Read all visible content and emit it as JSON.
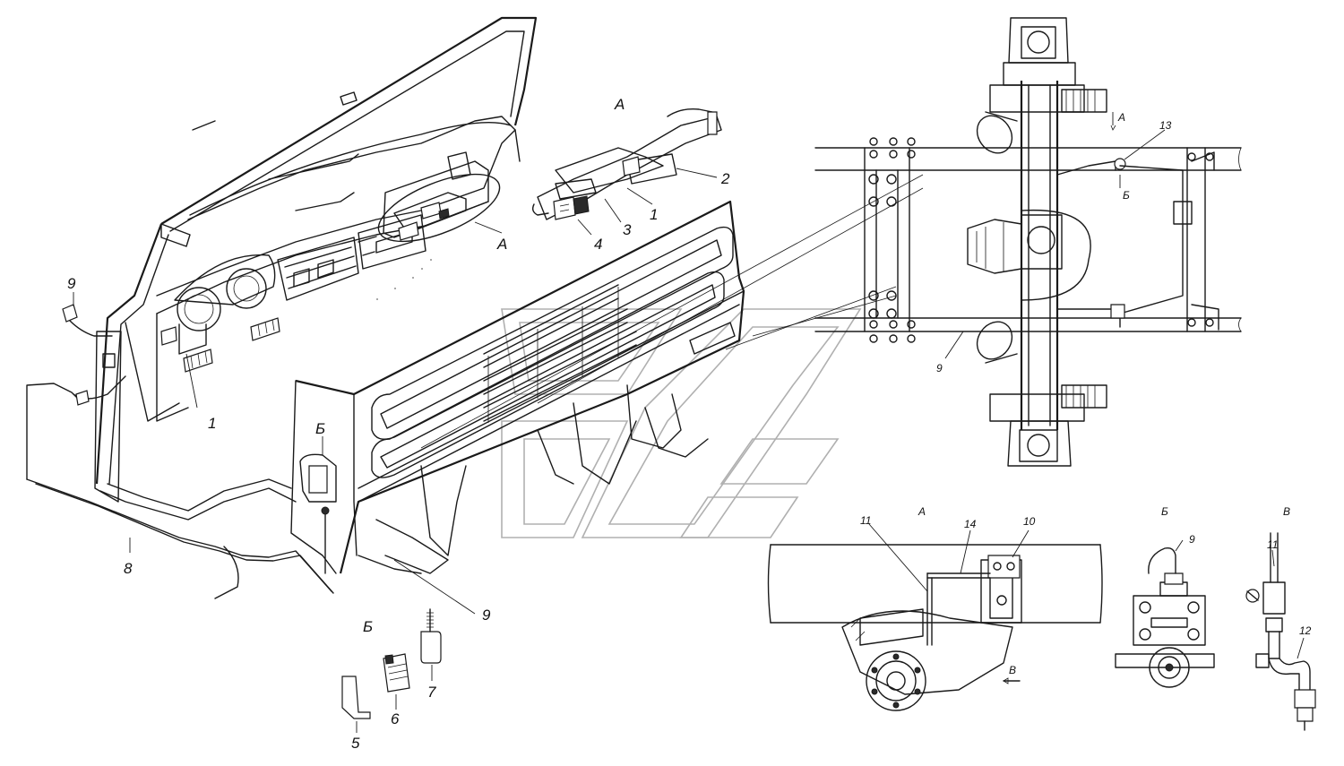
{
  "labels": {
    "cab_1": "1",
    "cab_8": "8",
    "cab_9": "9",
    "cab_B": "Б",
    "cab_A": "А",
    "viewA_title": "А",
    "viewA_1": "1",
    "viewA_2": "2",
    "viewA_3": "3",
    "viewA_4": "4",
    "part_B": "Б",
    "part_5": "5",
    "part_6": "6",
    "part_7": "7",
    "part_9": "9",
    "chassis_A": "А",
    "chassis_B": "Б",
    "chassis_13": "13",
    "chassis_9": "9",
    "detA_title": "А",
    "detA_11": "11",
    "detA_14": "14",
    "detA_10": "10",
    "detA_V": "В",
    "detB_title": "Б",
    "detB_9": "9",
    "detV_title": "В",
    "detV_11": "11",
    "detV_12": "12"
  }
}
